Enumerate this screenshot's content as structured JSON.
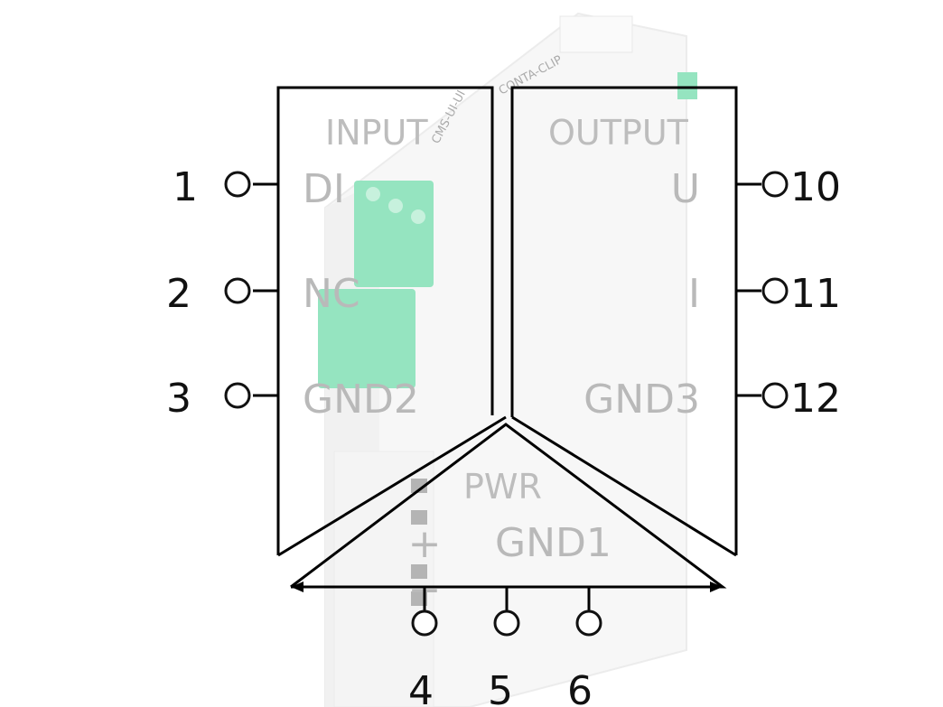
{
  "input": {
    "title": "INPUT",
    "signals": [
      "DI",
      "NC",
      "GND2"
    ],
    "pins": [
      "1",
      "2",
      "3"
    ]
  },
  "output": {
    "title": "OUTPUT",
    "signals": [
      "U",
      "I",
      "GND3"
    ],
    "pins": [
      "10",
      "11",
      "12"
    ]
  },
  "power": {
    "title": "PWR",
    "ground_label": "GND1",
    "polarity": [
      "+",
      "−"
    ],
    "pins": [
      "4",
      "5",
      "6"
    ]
  },
  "product_photo": {
    "brand": "CONTA-CLIP",
    "model": "CMS-UI-UI",
    "terminal_colour": "#3fcf8e"
  }
}
